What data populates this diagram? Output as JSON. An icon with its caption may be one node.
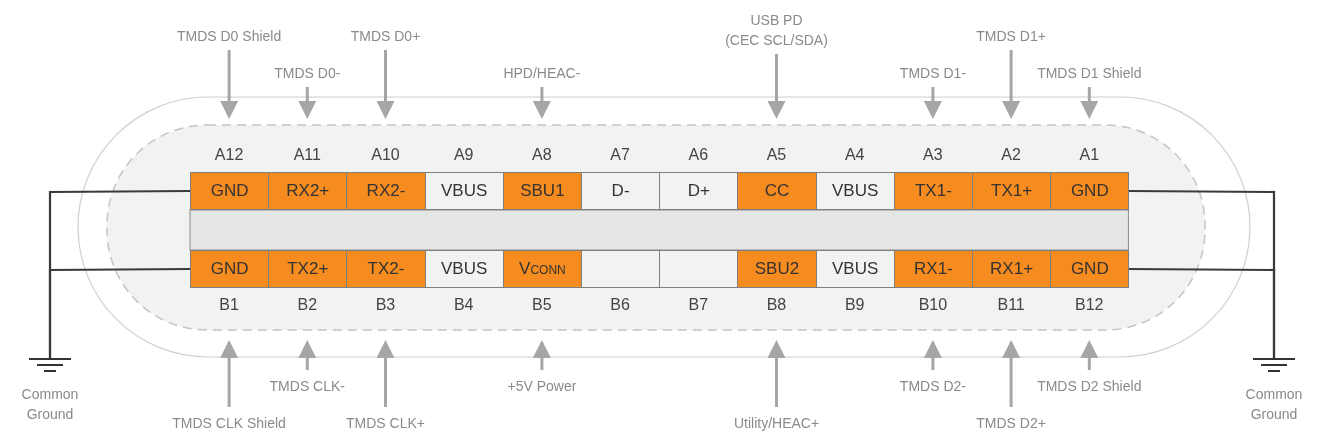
{
  "diagram": {
    "nodes": [
      {
        "text": [
          "GND"
        ],
        "beside": [
          "A12"
        ]
      },
      {
        "text": [
          "RX2+"
        ],
        "beside": [
          "A11"
        ]
      },
      {
        "text": [
          "RX2-"
        ],
        "beside": [
          "A10"
        ]
      },
      {
        "text": [
          "VBUS"
        ],
        "beside": [
          "A9"
        ]
      },
      {
        "text": [
          "SBU1"
        ],
        "beside": [
          "A8"
        ]
      },
      {
        "text": [
          "D-"
        ],
        "beside": [
          "A7"
        ]
      },
      {
        "text": [
          "D+"
        ],
        "beside": [
          "A6"
        ]
      },
      {
        "text": [
          "CC"
        ],
        "beside": [
          "A5"
        ]
      },
      {
        "text": [
          "VBUS"
        ],
        "beside": [
          "A4"
        ]
      },
      {
        "text": [
          "TX1-"
        ],
        "beside": [
          "A3"
        ]
      },
      {
        "text": [
          "TX1+"
        ],
        "beside": [
          "A2"
        ]
      },
      {
        "text": [
          "GND"
        ],
        "beside": [
          "A1"
        ]
      },
      {
        "text": [
          "GND"
        ],
        "beside": [
          "B1"
        ]
      },
      {
        "text": [
          "TX2+"
        ],
        "beside": [
          "B2"
        ]
      },
      {
        "text": [
          "TX2-"
        ],
        "beside": [
          "B3"
        ]
      },
      {
        "text": [
          "VBUS"
        ],
        "beside": [
          "B4"
        ]
      },
      {
        "text": [
          "Vconn"
        ],
        "beside": [
          "B5"
        ]
      },
      {
        "text": [],
        "shape": "box",
        "beside": [
          "B6"
        ]
      },
      {
        "text": [],
        "shape": "box",
        "beside": [
          "B7"
        ]
      },
      {
        "text": [
          "SBU2"
        ],
        "beside": [
          "B8"
        ]
      },
      {
        "text": [
          "VBUS"
        ],
        "beside": [
          "B9"
        ]
      },
      {
        "text": [
          "RX1-"
        ],
        "beside": [
          "B10"
        ]
      },
      {
        "text": [
          "RX1+"
        ],
        "beside": [
          "B11"
        ]
      },
      {
        "text": [
          "GND"
        ],
        "beside": [
          "B12"
        ]
      },
      {
        "text": [
          "TMDS D0 Shield"
        ]
      },
      {
        "text": [
          "TMDS D0-"
        ]
      },
      {
        "text": [
          "TMDS D0+"
        ]
      },
      {
        "text": [
          "HPD/HEAC-"
        ]
      },
      {
        "text": [
          "USB PD",
          "(CEC SCL/SDA)"
        ]
      },
      {
        "text": [
          "TMDS D1-"
        ]
      },
      {
        "text": [
          "TMDS D1+"
        ]
      },
      {
        "text": [
          "TMDS D1 Shield"
        ]
      },
      {
        "text": [
          "TMDS CLK Shield"
        ]
      },
      {
        "text": [
          "TMDS CLK-"
        ]
      },
      {
        "text": [
          "TMDS CLK+"
        ]
      },
      {
        "text": [
          "+5V Power"
        ]
      },
      {
        "text": [
          "Utility/HEAC+"
        ]
      },
      {
        "text": [
          "TMDS D2-"
        ]
      },
      {
        "text": [
          "TMDS D2+"
        ]
      },
      {
        "text": [
          "TMDS D2 Shield"
        ]
      },
      {
        "text": [],
        "shape": "ground",
        "beside": [
          "Common Ground"
        ]
      },
      {
        "text": [],
        "shape": "ground",
        "beside": [
          "Common Ground"
        ]
      }
    ],
    "edges": [
      {
        "from": 24,
        "to": 0,
        "arrow": "to"
      },
      {
        "from": 25,
        "to": 1,
        "arrow": "to"
      },
      {
        "from": 26,
        "to": 2,
        "arrow": "to"
      },
      {
        "from": 27,
        "to": 4,
        "arrow": "to"
      },
      {
        "from": 28,
        "to": 7,
        "arrow": "to"
      },
      {
        "from": 29,
        "to": 9,
        "arrow": "to"
      },
      {
        "from": 30,
        "to": 10,
        "arrow": "to"
      },
      {
        "from": 31,
        "to": 11,
        "arrow": "to"
      },
      {
        "from": 32,
        "to": 12,
        "arrow": "to"
      },
      {
        "from": 33,
        "to": 13,
        "arrow": "to"
      },
      {
        "from": 34,
        "to": 14,
        "arrow": "to"
      },
      {
        "from": 35,
        "to": 16,
        "arrow": "to"
      },
      {
        "from": 36,
        "to": 19,
        "arrow": "to"
      },
      {
        "from": 37,
        "to": 21,
        "arrow": "to"
      },
      {
        "from": 38,
        "to": 22,
        "arrow": "to"
      },
      {
        "from": 39,
        "to": 23,
        "arrow": "to"
      },
      {
        "from": 0,
        "to": 40,
        "arrow": "none",
        "color": "#3a3a3a"
      },
      {
        "from": 12,
        "to": 40,
        "arrow": "none",
        "color": "#3a3a3a"
      },
      {
        "from": 11,
        "to": 41,
        "arrow": "none",
        "color": "#3a3a3a"
      },
      {
        "from": 23,
        "to": 41,
        "arrow": "none",
        "color": "#3a3a3a"
      }
    ]
  }
}
